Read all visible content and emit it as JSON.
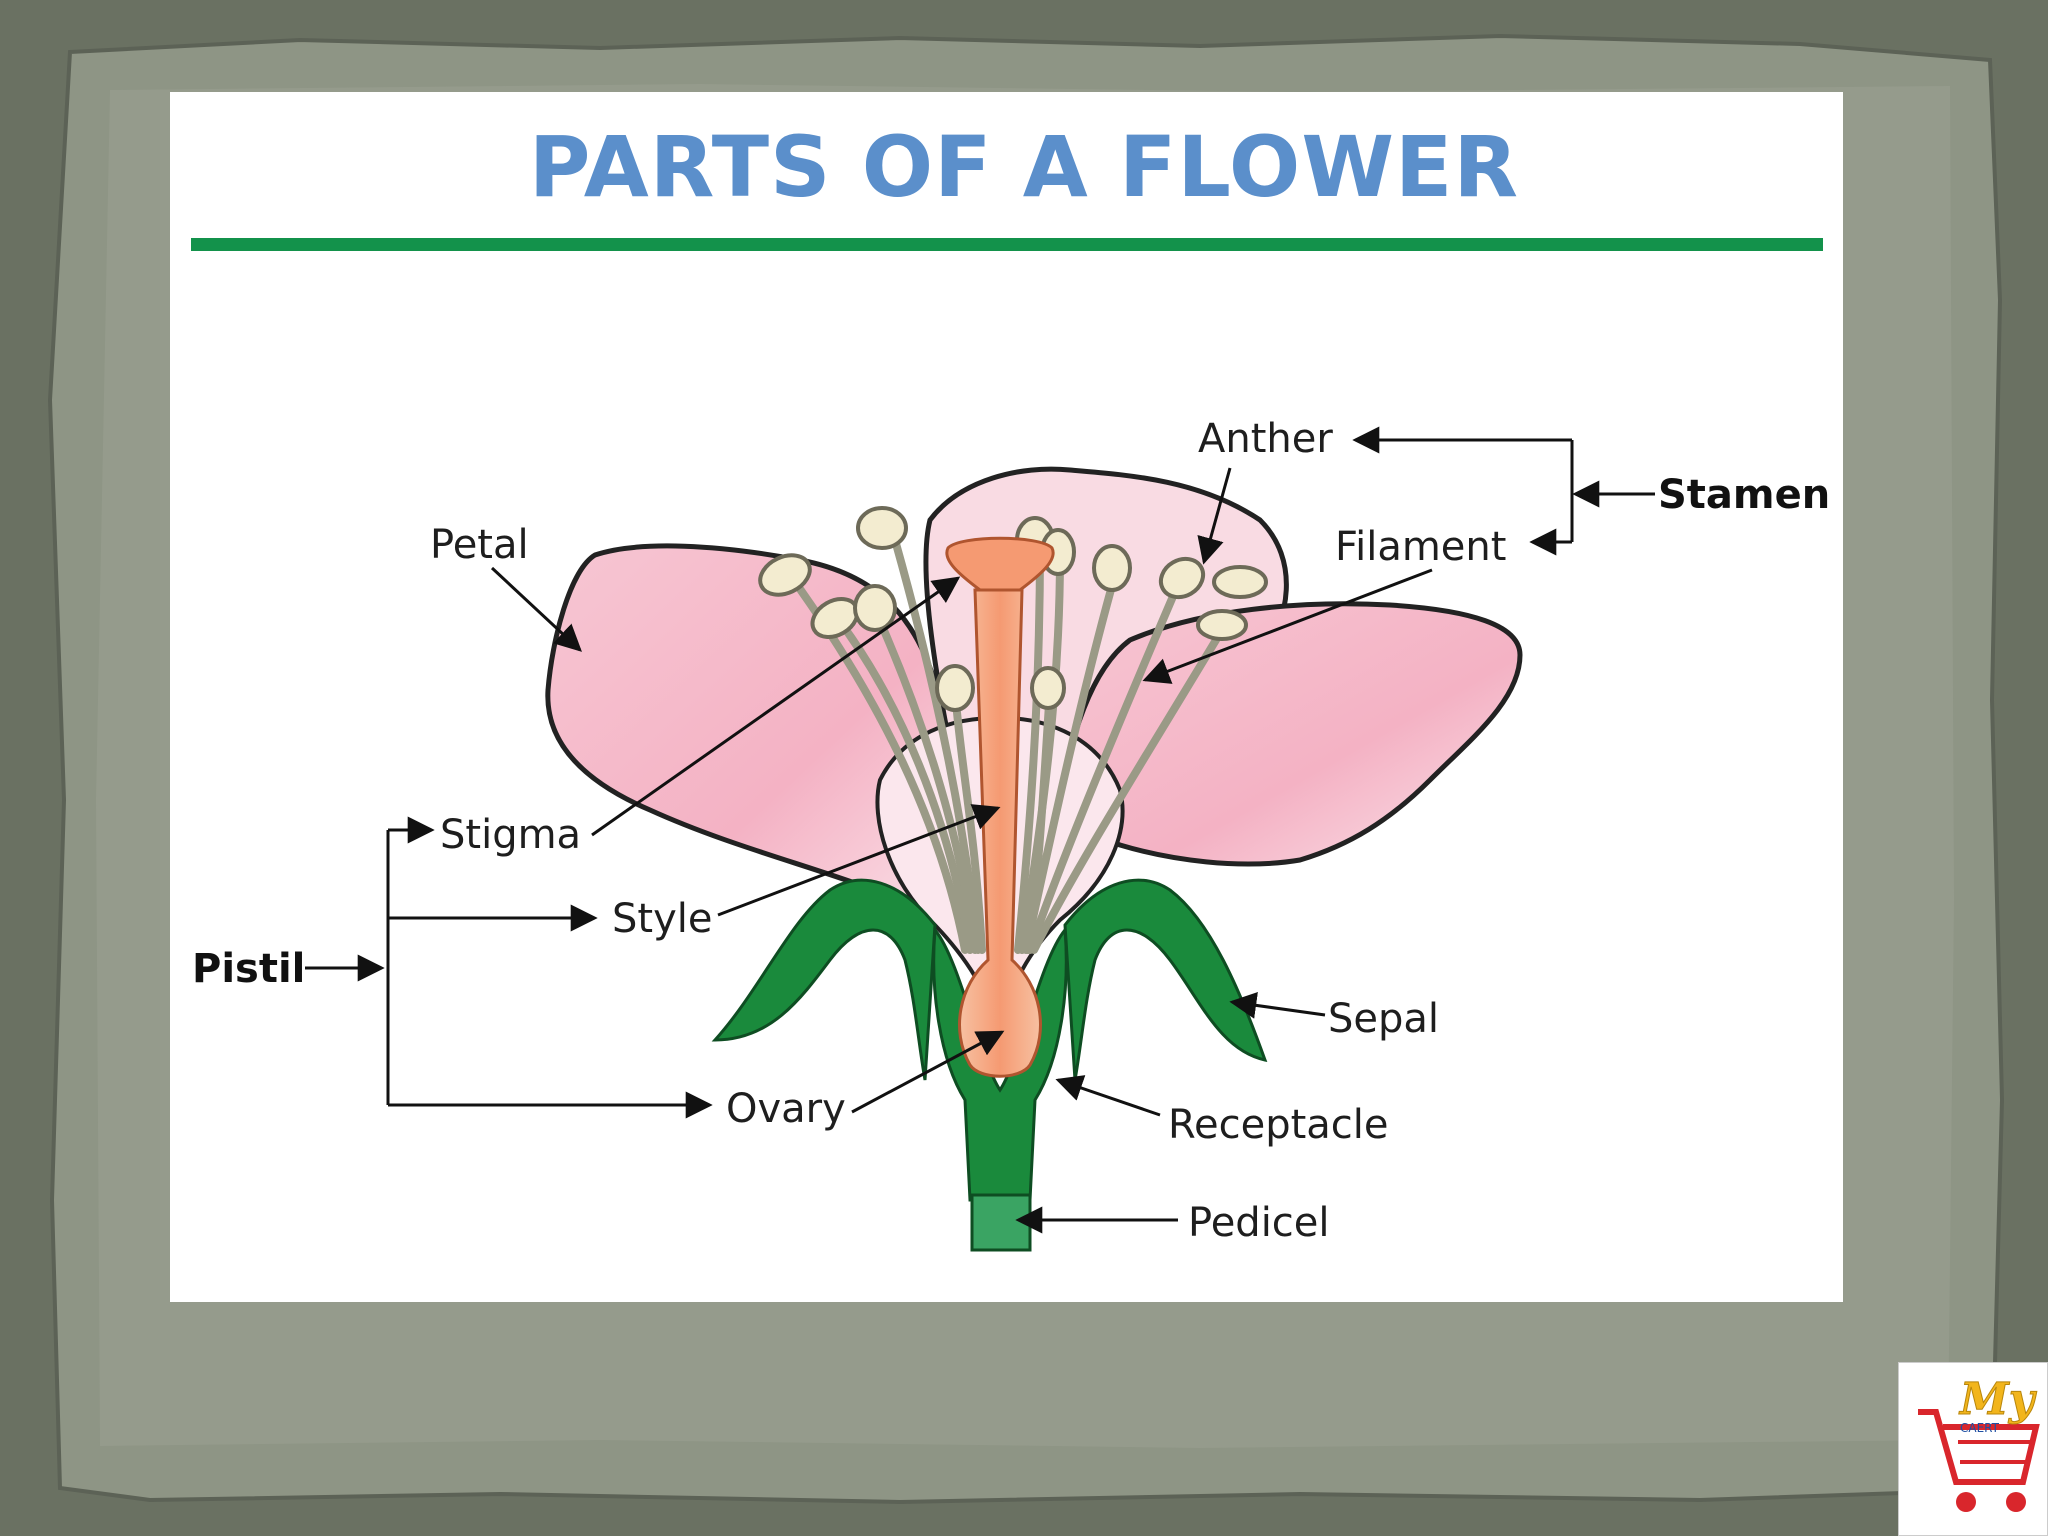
{
  "title": "PARTS OF A FLOWER",
  "labels": {
    "anther": "Anther",
    "stamen": "Stamen",
    "filament": "Filament",
    "petal": "Petal",
    "stigma": "Stigma",
    "style": "Style",
    "pistil": "Pistil",
    "sepal": "Sepal",
    "ovary": "Ovary",
    "receptacle": "Receptacle",
    "pedicel": "Pedicel"
  },
  "logo": {
    "big": "My",
    "small": "CAERT"
  },
  "colors": {
    "title": "#5b8fcb",
    "rule": "#13924b",
    "petal": "#f4b8c8",
    "sepal": "#1a8a3c",
    "pistil": "#f5a982",
    "filament": "#9a9a86",
    "anther": "#f3ecd0"
  }
}
